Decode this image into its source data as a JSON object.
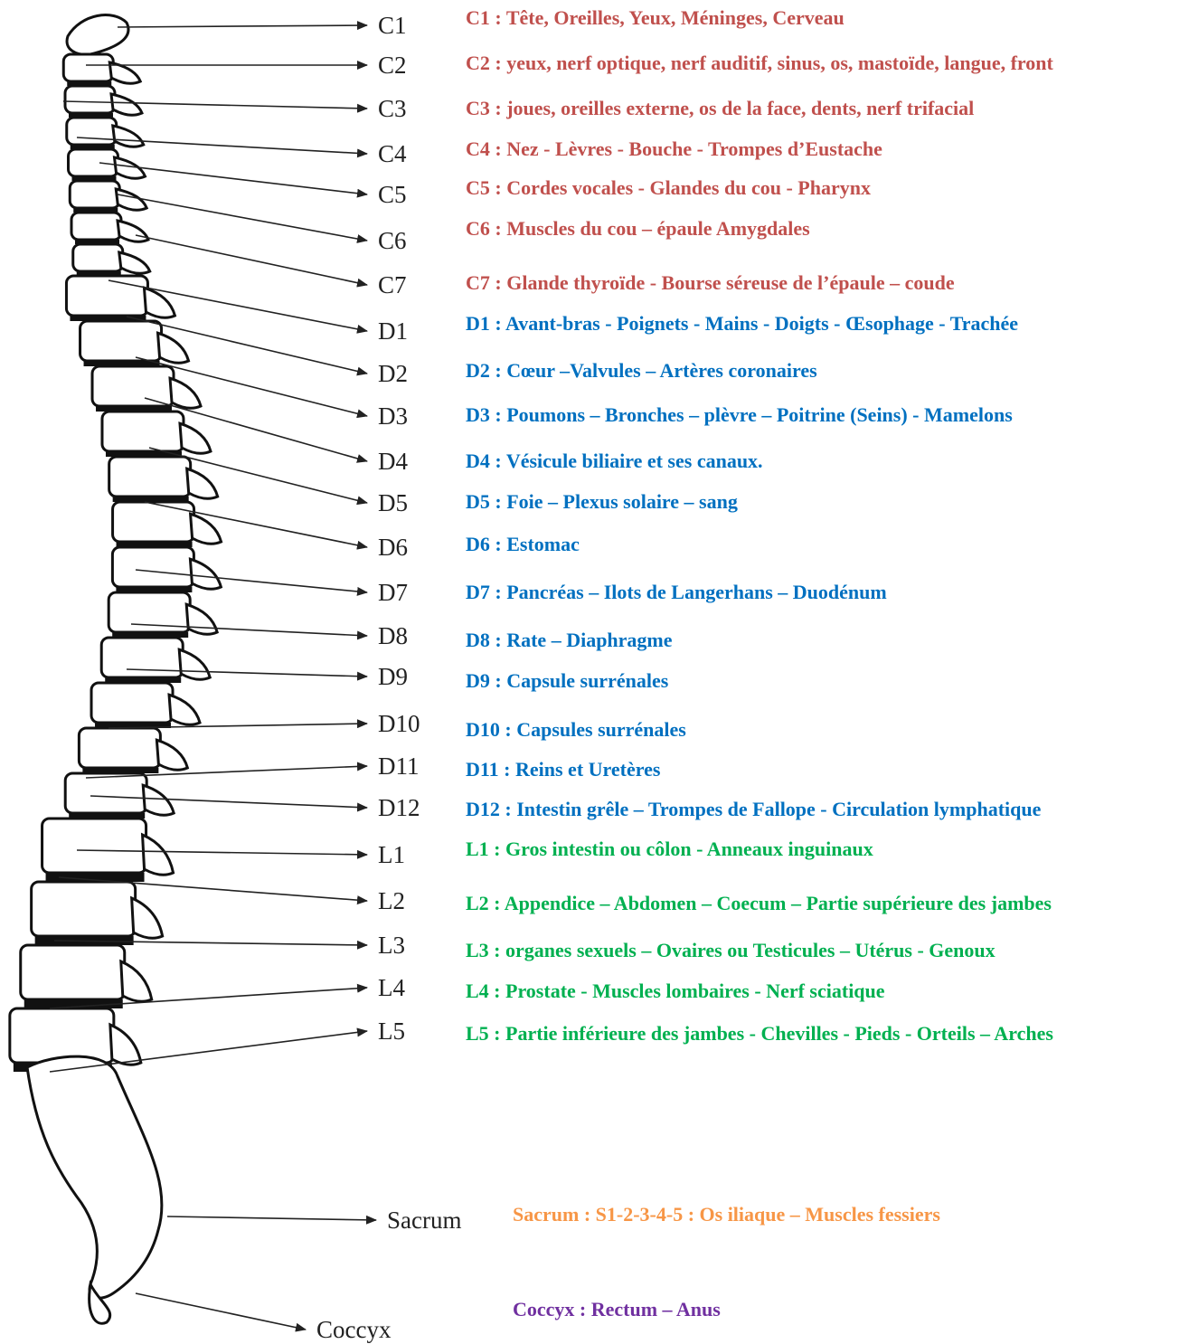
{
  "colors": {
    "cervical": "#c0504d",
    "dorsal": "#0070c0",
    "lumbar": "#00b050",
    "sacrum": "#f79646",
    "coccyx": "#7030a0",
    "line": "#222222"
  },
  "labels": [
    {
      "id": "C1",
      "region": "cervical",
      "text": "C1 : Tête, Oreilles, Yeux, Méninges, Cerveau"
    },
    {
      "id": "C2",
      "region": "cervical",
      "text": "C2 : yeux, nerf optique, nerf auditif, sinus, os, mastoïde, langue, front"
    },
    {
      "id": "C3",
      "region": "cervical",
      "text": "C3 : joues, oreilles externe, os de la face, dents, nerf trifacial"
    },
    {
      "id": "C4",
      "region": "cervical",
      "text": "C4 : Nez - Lèvres - Bouche - Trompes d’Eustache"
    },
    {
      "id": "C5",
      "region": "cervical",
      "text": "C5 : Cordes vocales - Glandes du cou - Pharynx"
    },
    {
      "id": "C6",
      "region": "cervical",
      "text": "C6 : Muscles du cou – épaule Amygdales"
    },
    {
      "id": "C7",
      "region": "cervical",
      "text": "C7 : Glande thyroïde - Bourse séreuse de l’épaule – coude"
    },
    {
      "id": "D1",
      "region": "dorsal",
      "text": "D1 : Avant-bras - Poignets - Mains - Doigts - Œsophage - Trachée"
    },
    {
      "id": "D2",
      "region": "dorsal",
      "text": "D2 : Cœur –Valvules – Artères coronaires"
    },
    {
      "id": "D3",
      "region": "dorsal",
      "text": "D3 : Poumons – Bronches – plèvre – Poitrine (Seins) - Mamelons"
    },
    {
      "id": "D4",
      "region": "dorsal",
      "text": "D4 : Vésicule biliaire et ses canaux."
    },
    {
      "id": "D5",
      "region": "dorsal",
      "text": "D5 : Foie – Plexus solaire – sang"
    },
    {
      "id": "D6",
      "region": "dorsal",
      "text": "D6 : Estomac"
    },
    {
      "id": "D7",
      "region": "dorsal",
      "text": "D7 : Pancréas – Ilots de Langerhans – Duodénum"
    },
    {
      "id": "D8",
      "region": "dorsal",
      "text": "D8 : Rate – Diaphragme"
    },
    {
      "id": "D9",
      "region": "dorsal",
      "text": "D9 : Capsule surrénales"
    },
    {
      "id": "D10",
      "region": "dorsal",
      "text": "D10 : Capsules surrénales"
    },
    {
      "id": "D11",
      "region": "dorsal",
      "text": "D11 : Reins et Uretères"
    },
    {
      "id": "D12",
      "region": "dorsal",
      "text": "D12 : Intestin grêle – Trompes de Fallope -  Circulation lymphatique"
    },
    {
      "id": "L1",
      "region": "lumbar",
      "text": "L1 : Gros intestin ou côlon - Anneaux inguinaux"
    },
    {
      "id": "L2",
      "region": "lumbar",
      "text": "L2 : Appendice – Abdomen – Coecum – Partie supérieure des jambes"
    },
    {
      "id": "L3",
      "region": "lumbar",
      "text": "L3 : organes sexuels – Ovaires ou Testicules – Utérus - Genoux"
    },
    {
      "id": "L4",
      "region": "lumbar",
      "text": "L4 : Prostate - Muscles lombaires - Nerf sciatique"
    },
    {
      "id": "L5",
      "region": "lumbar",
      "text": "L5 : Partie inférieure des jambes - Chevilles - Pieds - Orteils – Arches"
    },
    {
      "id": "Sacrum",
      "region": "sacrum",
      "text": "Sacrum : S1-2-3-4-5 : Os iliaque – Muscles fessiers"
    },
    {
      "id": "Coccyx",
      "region": "coccyx",
      "text": "Coccyx : Rectum – Anus"
    }
  ]
}
